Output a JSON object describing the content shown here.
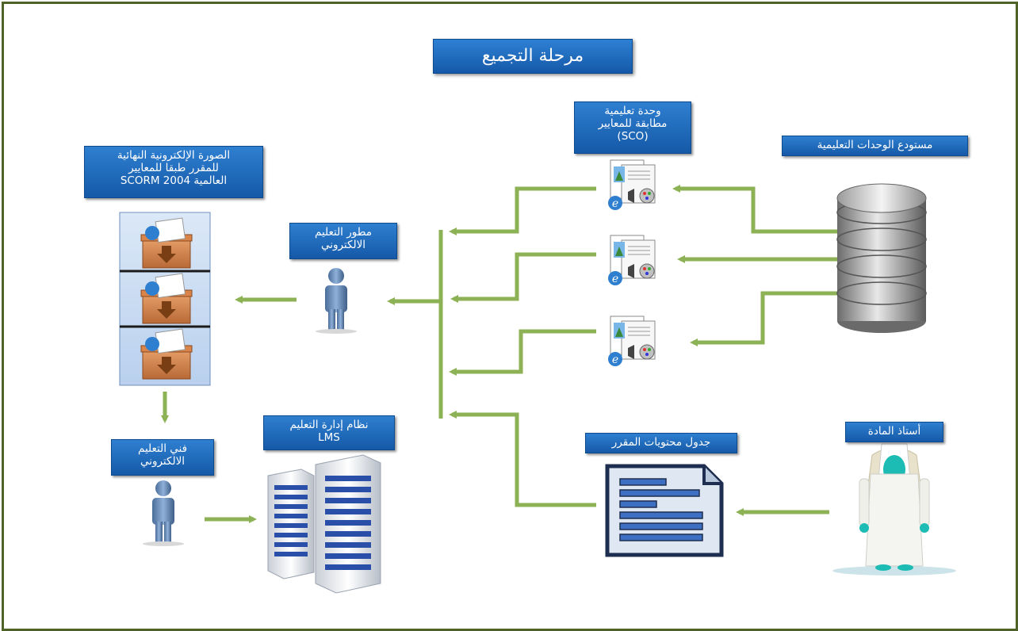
{
  "title": "مرحلة التجميع",
  "labels": {
    "repository": "مستودع الوحدات التعليمية",
    "sco": [
      "وحدة تعليمية",
      "مطابقة للمعايير",
      "(SCO)"
    ],
    "developer": [
      "مطور التعليم",
      "الالكتروني"
    ],
    "final_package": [
      "الصورة الإلكترونية النهائية",
      "للمقرر طبقا للمعايير",
      "العالمية  SCORM 2004"
    ],
    "technician": [
      "فني التعليم",
      "الالكتروني"
    ],
    "lms": [
      "نظام إدارة التعليم",
      "LMS"
    ],
    "content_table": "جدول محتويات المقرر",
    "teacher": "أستاذ المادة"
  },
  "colors": {
    "frame": "#4f6228",
    "arrow": "#8db255",
    "label_bg": "#1c66b8",
    "label_text": "#ffffff"
  },
  "icons": [
    "database-icon",
    "sco-package-icon",
    "person-icon",
    "teacher-icon",
    "document-icon",
    "package-box-icon",
    "server-icon"
  ]
}
